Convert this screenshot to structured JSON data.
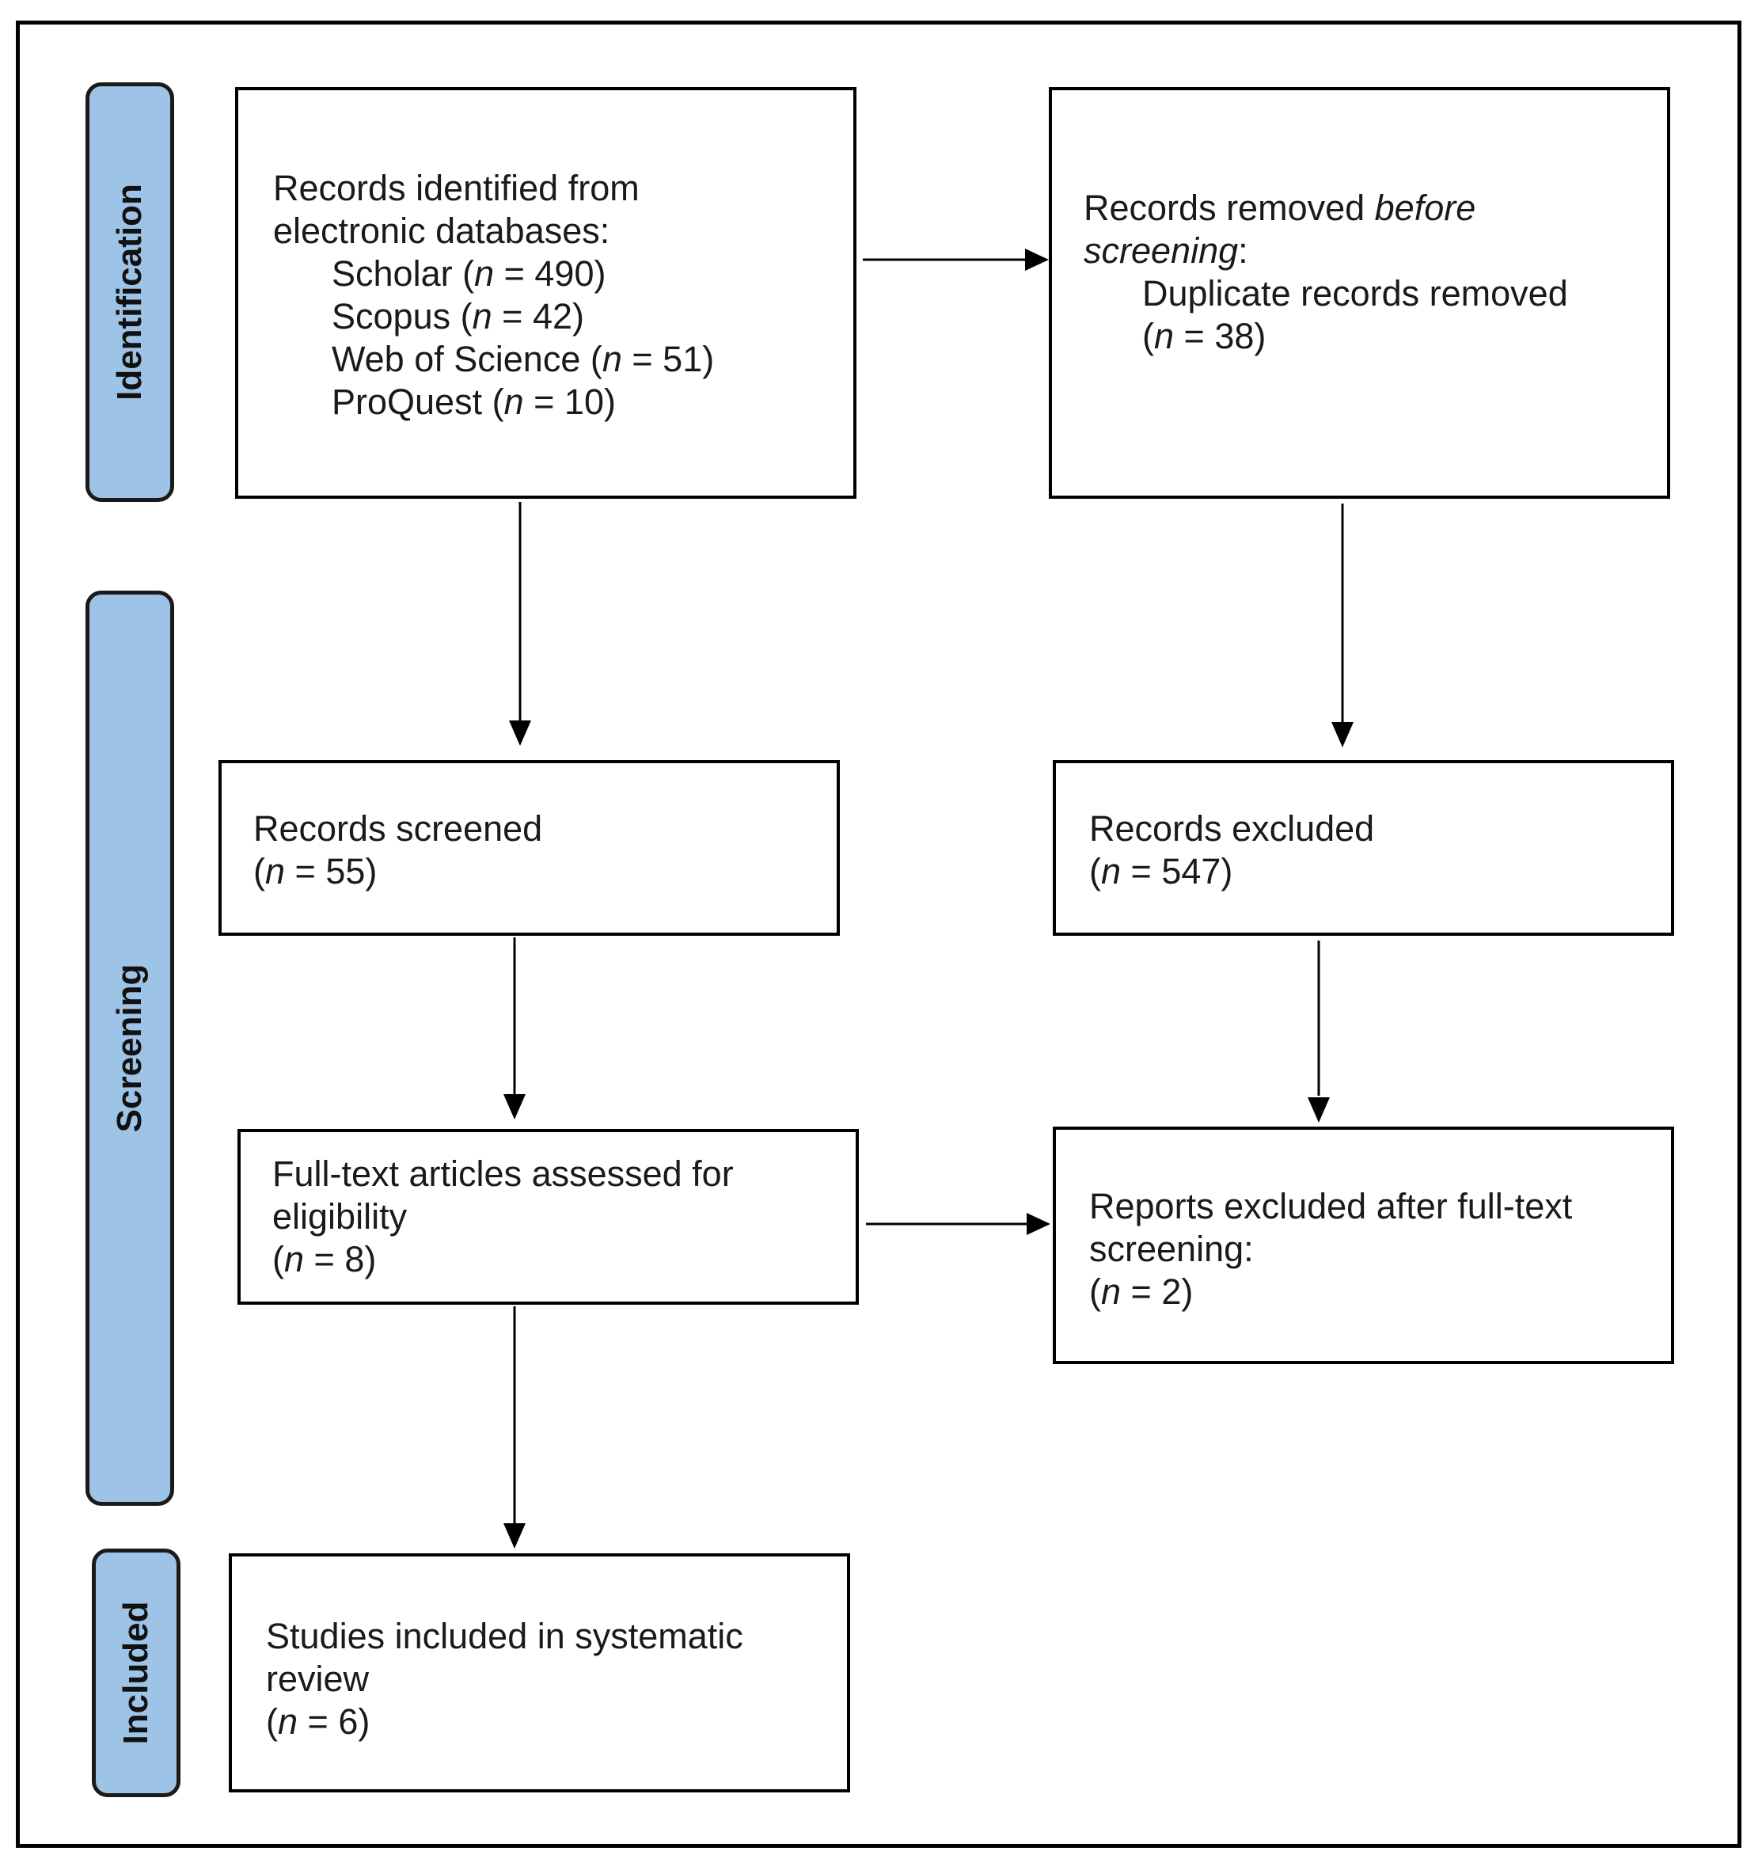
{
  "phases": {
    "identification": "Identification",
    "screening": "Screening",
    "included": "Included"
  },
  "identified": {
    "heading_1": "Records identified from",
    "heading_2": "electronic databases:",
    "sources": [
      {
        "name": "Scholar",
        "n": "490"
      },
      {
        "name": "Scopus",
        "n": "42"
      },
      {
        "name": "Web of Science",
        "n": "51"
      },
      {
        "name": "ProQuest",
        "n": "10"
      }
    ]
  },
  "removed": {
    "line_1_prefix": "Records removed ",
    "line_1_emph": "before",
    "line_2_emph": "screening",
    "line_2_suffix": ":",
    "line_3": "Duplicate records removed",
    "n": "38"
  },
  "screened": {
    "label": "Records screened",
    "n": "55"
  },
  "excluded": {
    "label": "Records excluded",
    "n": "547"
  },
  "fulltext": {
    "line_1": "Full-text articles assessed for",
    "line_2": "eligibility",
    "n": "8"
  },
  "reports_excluded": {
    "line_1": "Reports excluded after full-text",
    "line_2": "screening:",
    "n": "2"
  },
  "included": {
    "line_1": "Studies included in systematic",
    "line_2": "review",
    "n": "6"
  },
  "n_symbol": "n"
}
